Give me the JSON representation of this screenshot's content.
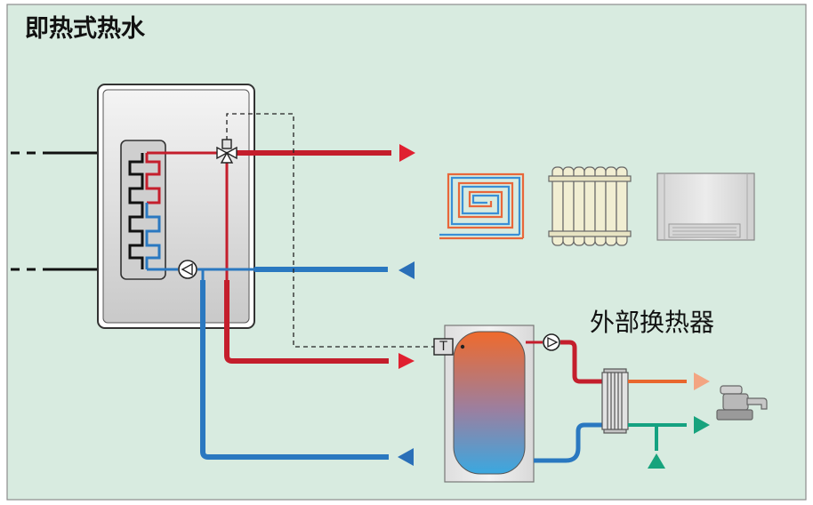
{
  "title": "即热式热水",
  "external_heat_exchanger_label": "外部换热器",
  "sensor_label": "T",
  "colors": {
    "background": "#d8ebe0",
    "hot_line": "#c41e2c",
    "cold_line": "#2a78c0",
    "hot_water_line": "#e8672e",
    "cold_water_line": "#14a281",
    "arrow_red": "#e02030",
    "arrow_blue": "#2a6fb8",
    "arrow_orange": "#f3a582",
    "arrow_green": "#17a37d"
  },
  "icons": {
    "floor_heating": "floor-heating-coil-icon",
    "radiator": "radiator-icon",
    "fan_coil": "fan-coil-unit-icon",
    "faucet": "faucet-icon",
    "circulation_pump": "circulation-pump-icon",
    "three_way_valve": "three-way-valve-icon",
    "storage_tank": "hot-water-tank-icon",
    "plate_heat_exchanger": "plate-heat-exchanger-icon"
  }
}
